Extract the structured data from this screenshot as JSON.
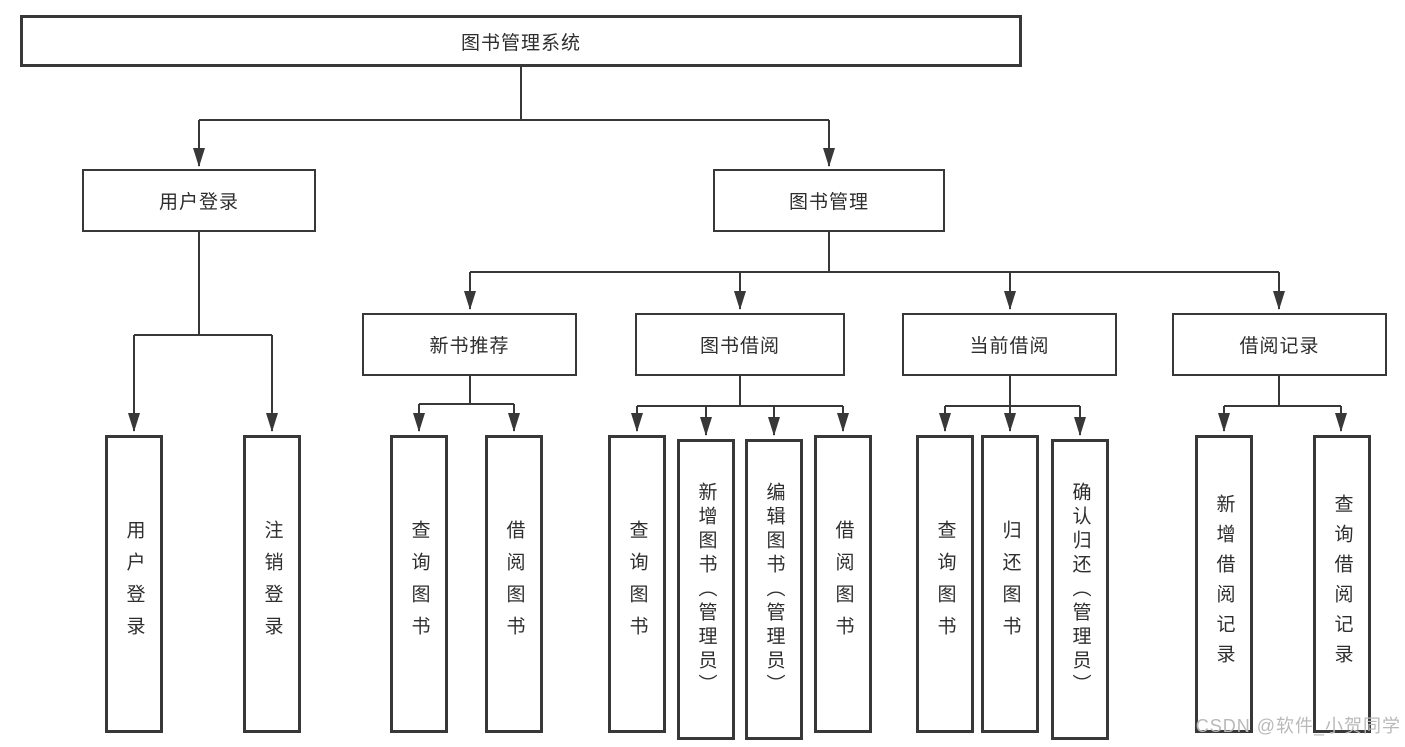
{
  "diagram": {
    "tree": {
      "label": "图书管理系统",
      "children": [
        {
          "label": "用户登录",
          "children": [
            {
              "label": "用户登录"
            },
            {
              "label": "注销登录"
            }
          ]
        },
        {
          "label": "图书管理",
          "children": [
            {
              "label": "新书推荐",
              "children": [
                {
                  "label": "查询图书"
                },
                {
                  "label": "借阅图书"
                }
              ]
            },
            {
              "label": "图书借阅",
              "children": [
                {
                  "label": "查询图书"
                },
                {
                  "label": "新增图书（管理员）"
                },
                {
                  "label": "编辑图书（管理员）"
                },
                {
                  "label": "借阅图书"
                }
              ]
            },
            {
              "label": "当前借阅",
              "children": [
                {
                  "label": "查询图书"
                },
                {
                  "label": "归还图书"
                },
                {
                  "label": "确认归还（管理员）"
                }
              ]
            },
            {
              "label": "借阅记录",
              "children": [
                {
                  "label": "新增借阅记录"
                },
                {
                  "label": "查询借阅记录"
                }
              ]
            }
          ]
        }
      ]
    },
    "colors": {
      "line": "#383838",
      "box_border": "#383838",
      "box_fill": "#ffffff",
      "text": "#2e2e2e",
      "watermark": "#b9b9b9"
    }
  },
  "watermark": {
    "text": "CSDN @软件_小贺同学"
  }
}
